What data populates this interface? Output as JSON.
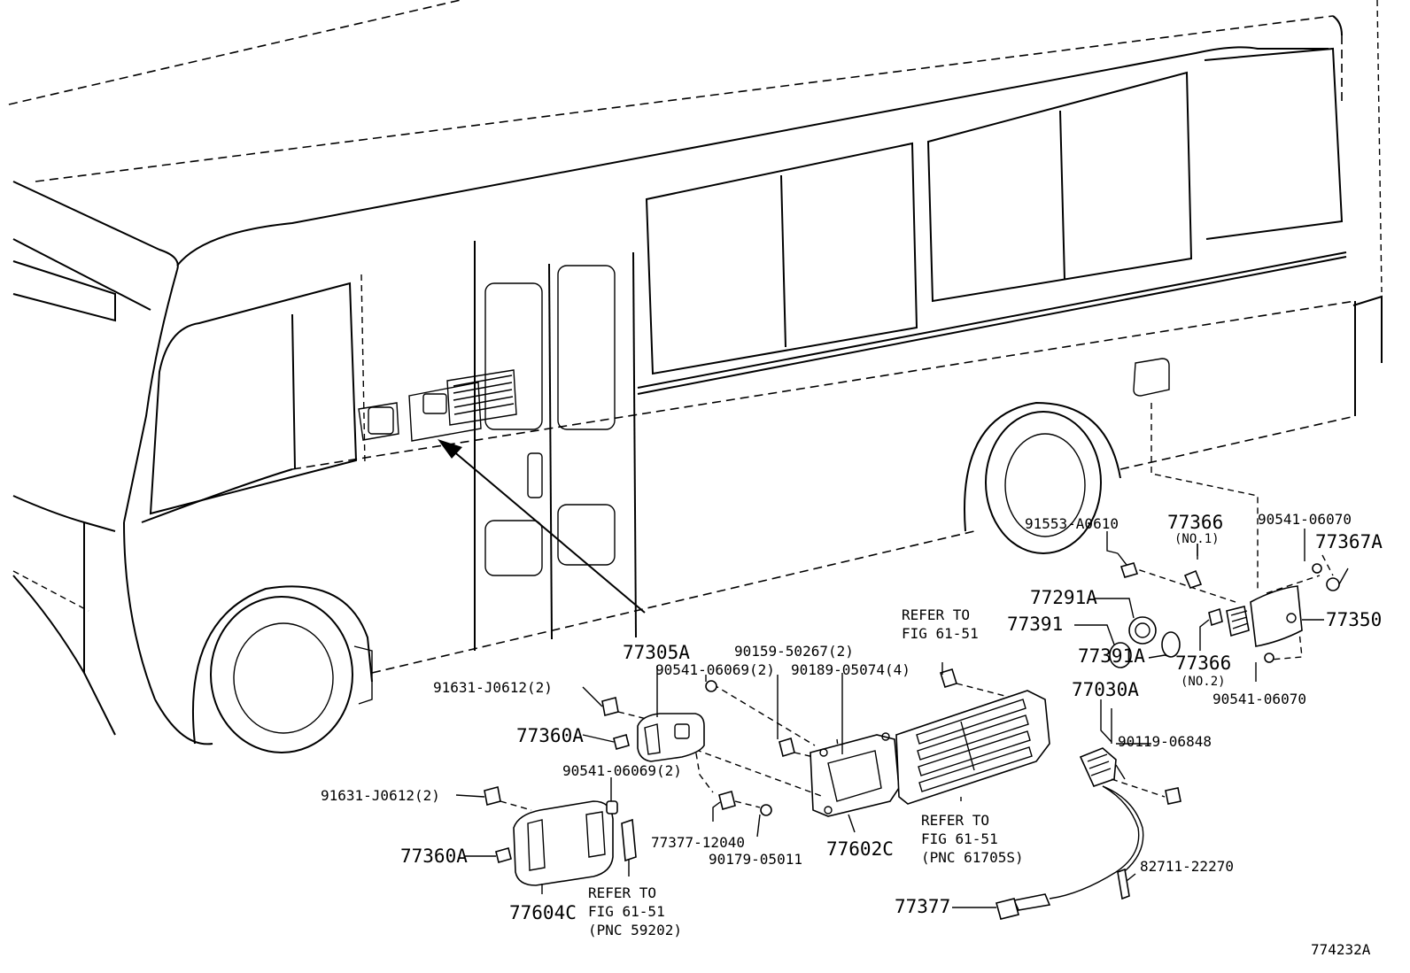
{
  "figure_code": "774232A",
  "parts": {
    "p91553": "91553-A0610",
    "p77366_1": "77366",
    "p77366_1_note": "(NO.1)",
    "p90541_top": "90541-06070",
    "p77367A": "77367A",
    "p77291A": "77291A",
    "p77391": "77391",
    "p77350": "77350",
    "p77391A": "77391A",
    "p77366_2": "77366",
    "p77366_2_note": "(NO.2)",
    "p90541_bot": "90541-06070",
    "p77030A": "77030A",
    "p90119": "90119-06848",
    "p82711": "82711-22270",
    "p77377": "77377",
    "p77305A": "77305A",
    "p90159": "90159-50267(2)",
    "p90541_06069_a": "90541-06069(2)",
    "p90189": "90189-05074(4)",
    "p91631_a": "91631-J0612(2)",
    "p77360A_a": "77360A",
    "p90541_06069_b": "90541-06069(2)",
    "p91631_b": "91631-J0612(2)",
    "p77377_12040": "77377-12040",
    "p90179": "90179-05011",
    "p77602C": "77602C",
    "p77360A_b": "77360A",
    "p77604C": "77604C"
  },
  "refs": {
    "ref1_a": "REFER TO",
    "ref1_b": "FIG 61-51",
    "ref2_a": "REFER TO",
    "ref2_b": "FIG 61-51",
    "ref2_c": "(PNC 61705S)",
    "ref3_a": "REFER TO",
    "ref3_b": "FIG 61-51",
    "ref3_c": "(PNC 59202)"
  }
}
